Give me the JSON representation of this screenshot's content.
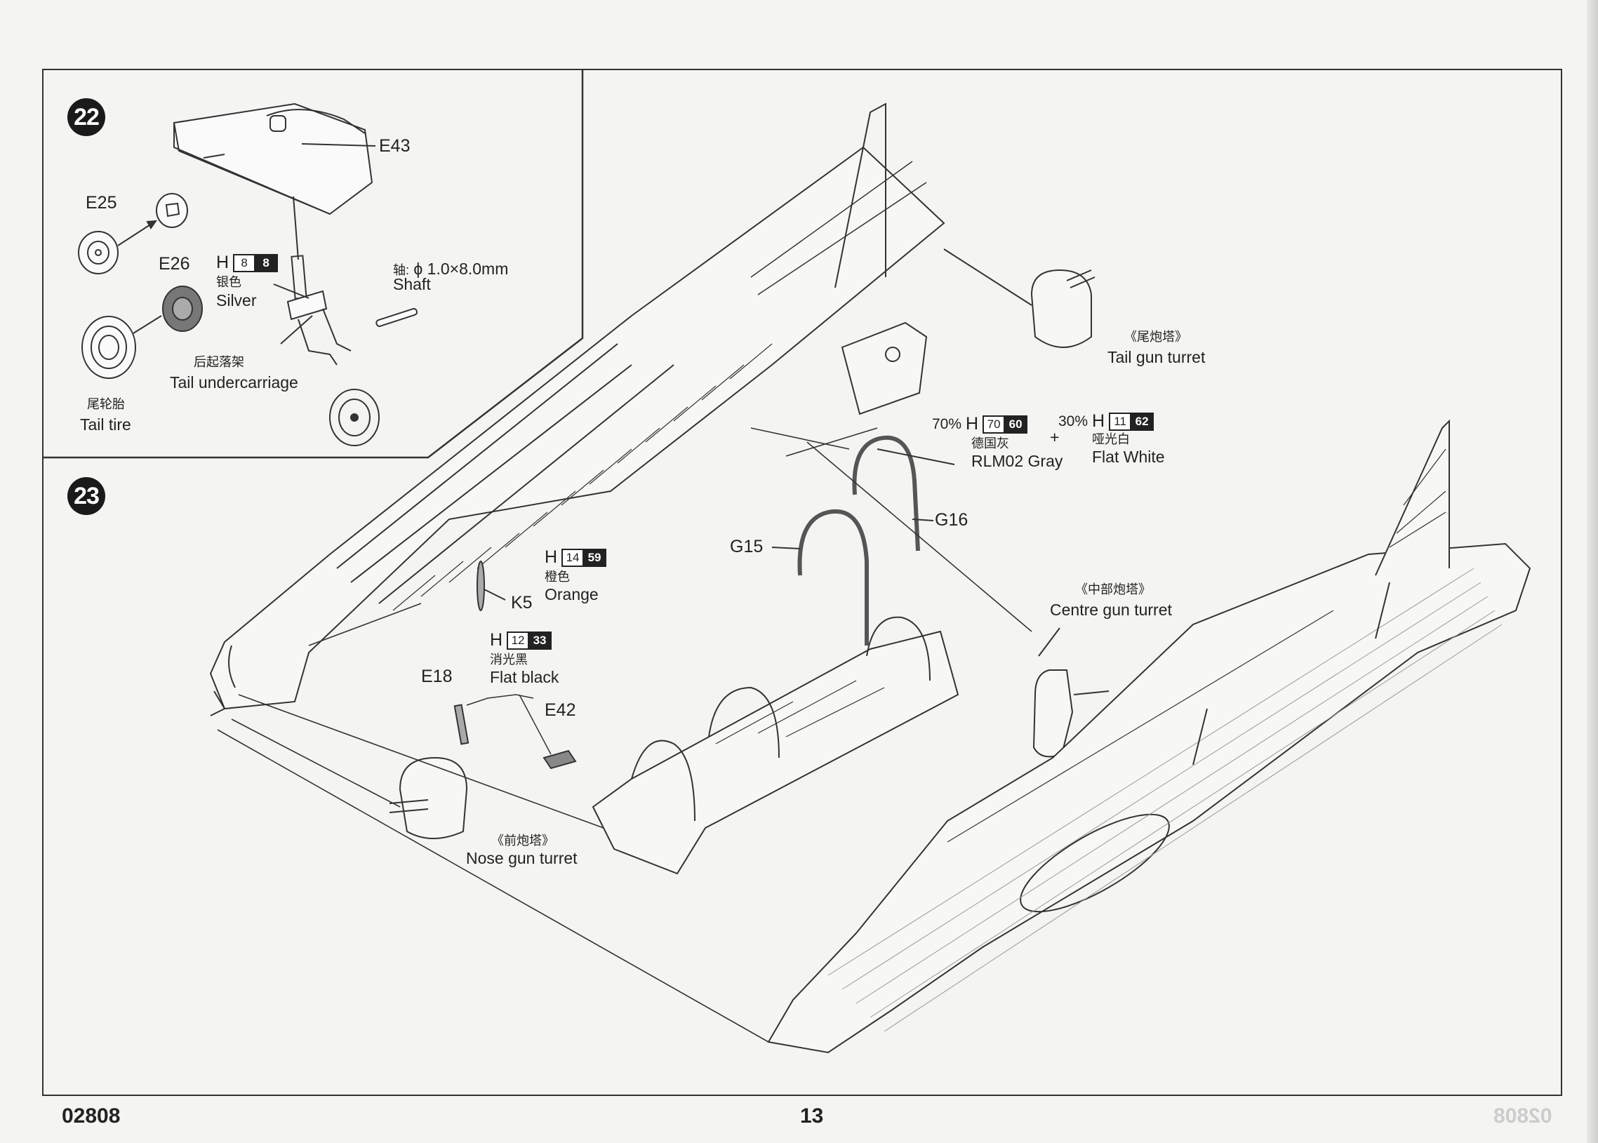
{
  "footer": {
    "code": "02808",
    "page": "13",
    "ghost_code": "02808"
  },
  "step22": {
    "number": "22",
    "parts": {
      "e43": "E43",
      "e25": "E25",
      "e26": "E26"
    },
    "paint_h": "H",
    "paint_n1": "8",
    "paint_n2": "8",
    "silver_cn": "银色",
    "silver_en": "Silver",
    "shaft_prefix": "轴:",
    "shaft_dim": "ϕ 1.0×8.0mm",
    "shaft_en": "Shaft",
    "undercarriage_cn": "后起落架",
    "undercarriage_en": "Tail undercarriage",
    "tire_cn": "尾轮胎",
    "tire_en": "Tail tire"
  },
  "step23": {
    "number": "23",
    "tail_turret_cn": "《尾炮塔》",
    "tail_turret_en": "Tail gun turret",
    "mix1_pct": "70%",
    "mix1_h": "H",
    "mix1_n1": "70",
    "mix1_n2": "60",
    "mix1_cn": "德国灰",
    "mix1_en": "RLM02 Gray",
    "plus": "+",
    "mix2_pct": "30%",
    "mix2_h": "H",
    "mix2_n1": "11",
    "mix2_n2": "62",
    "mix2_cn": "哑光白",
    "mix2_en": "Flat White",
    "g16": "G16",
    "g15": "G15",
    "orange_h": "H",
    "orange_n1": "14",
    "orange_n2": "59",
    "orange_cn": "橙色",
    "orange_en": "Orange",
    "k5": "K5",
    "black_h": "H",
    "black_n1": "12",
    "black_n2": "33",
    "black_cn": "消光黑",
    "black_en": "Flat black",
    "e18": "E18",
    "e42": "E42",
    "centre_turret_cn": "《中部炮塔》",
    "centre_turret_en": "Centre gun turret",
    "nose_turret_cn": "《前炮塔》",
    "nose_turret_en": "Nose gun turret"
  }
}
